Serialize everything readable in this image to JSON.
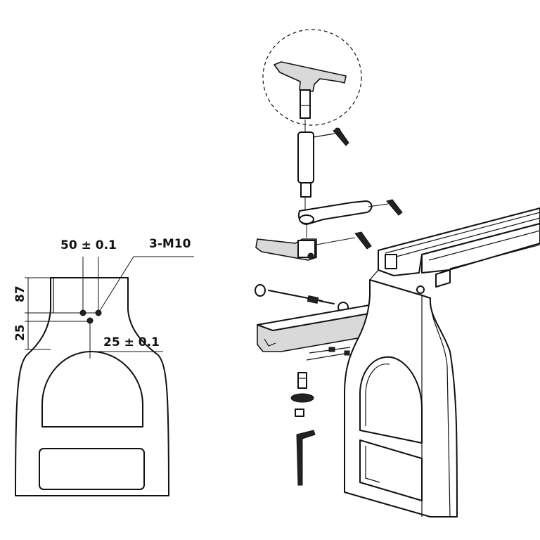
{
  "dimensions": {
    "label_50": "50 ± 0.1",
    "label_3m10": "3-M10",
    "label_87": "87",
    "label_25v": "25",
    "label_25h": "25 ± 0.1"
  }
}
